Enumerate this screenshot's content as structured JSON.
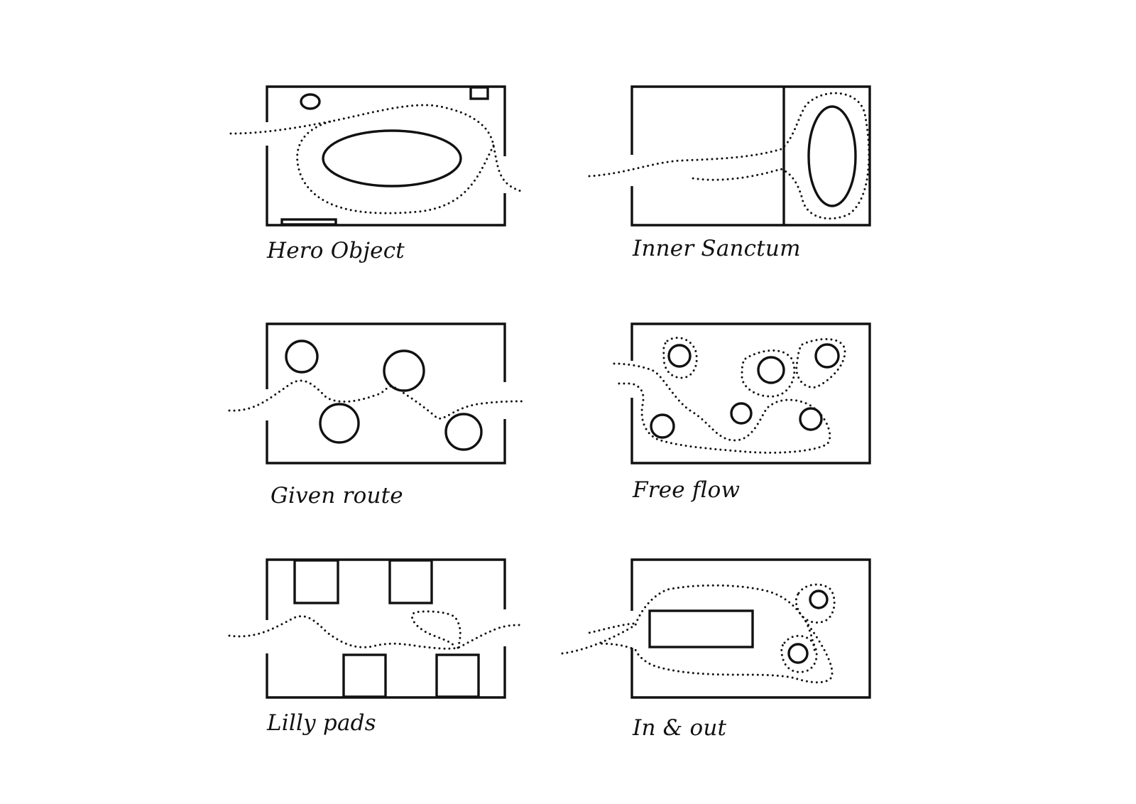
{
  "diagram": {
    "panels": [
      {
        "id": "hero-object",
        "caption": "Hero Object"
      },
      {
        "id": "inner-sanctum",
        "caption": "Inner Sanctum"
      },
      {
        "id": "given-route",
        "caption": "Given route"
      },
      {
        "id": "free-flow",
        "caption": "Free flow"
      },
      {
        "id": "lilly-pads",
        "caption": "Lilly pads"
      },
      {
        "id": "in-and-out",
        "caption": "In & out"
      }
    ],
    "colors": {
      "ink": "#111111",
      "background": "#ffffff"
    }
  }
}
